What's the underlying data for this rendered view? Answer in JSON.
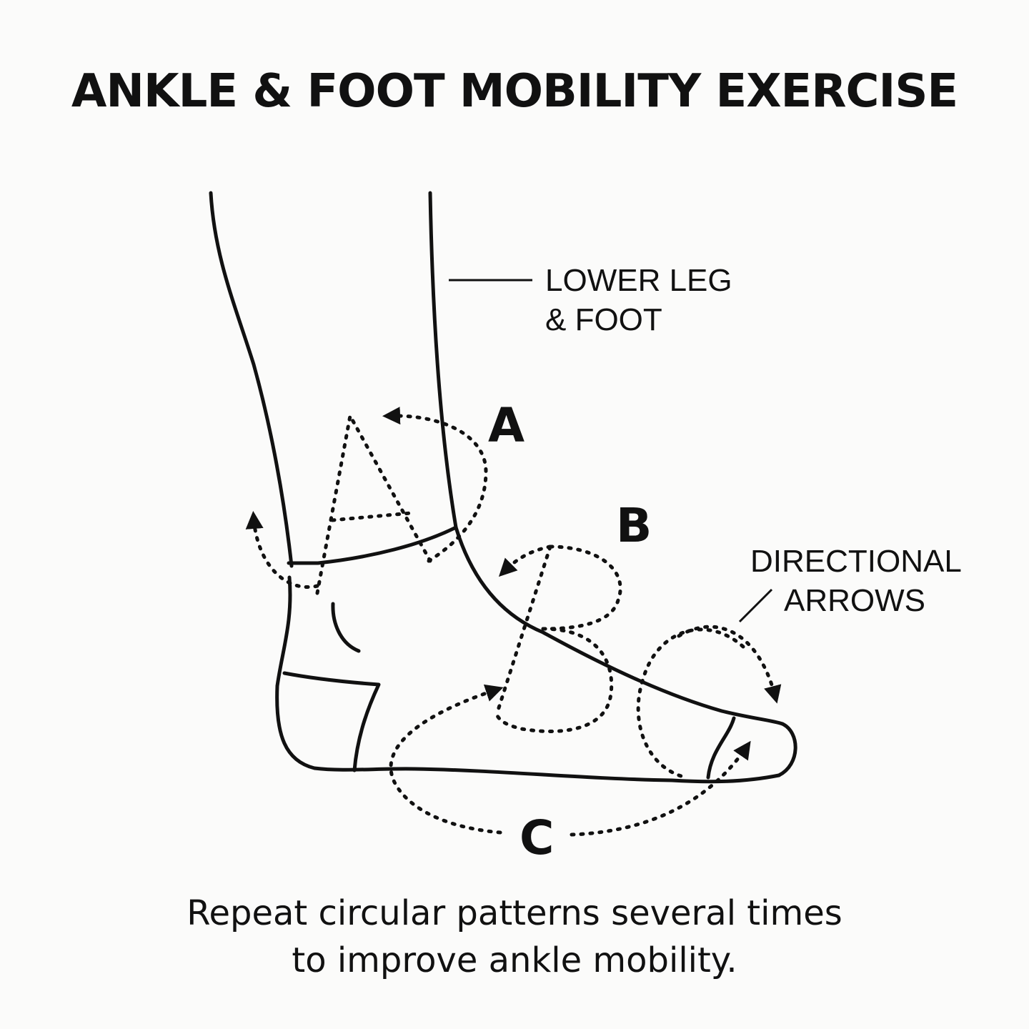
{
  "title": "ANKLE & FOOT MOBILITY EXERCISE",
  "labels": {
    "lower_leg": [
      "LOWER LEG",
      "& FOOT"
    ],
    "directional_arrows": [
      "DIRECTIONAL",
      "ARROWS"
    ],
    "letter_a": "A",
    "letter_b": "B",
    "letter_c": "C"
  },
  "caption": [
    "Repeat circular patterns several times",
    "to improve ankle mobility."
  ],
  "colors": {
    "ink": "#111111",
    "background": "#fbfbfa"
  }
}
